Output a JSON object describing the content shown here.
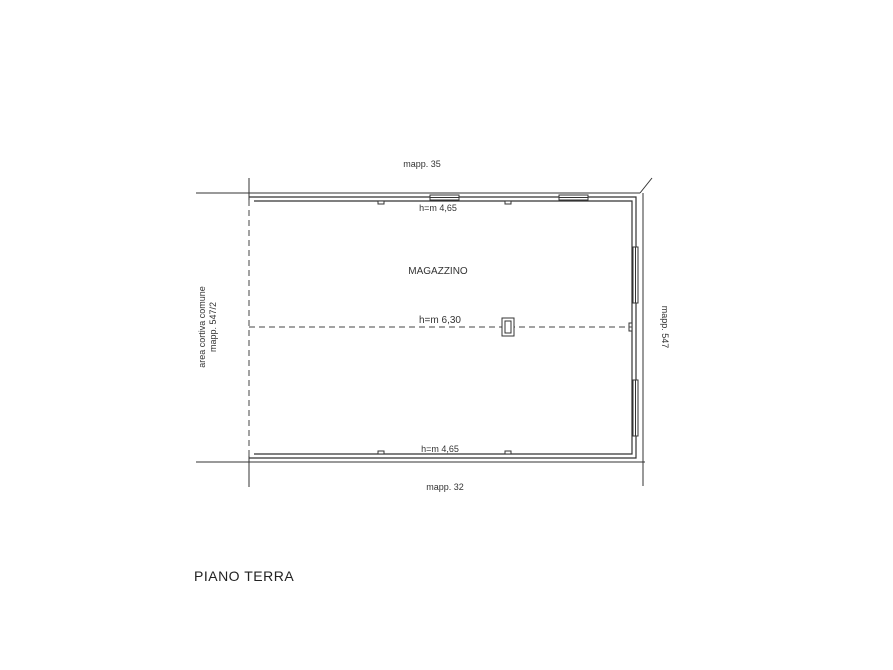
{
  "plan": {
    "title": "PIANO TERRA",
    "room_name": "MAGAZZINO",
    "height_top": "h=m 4,65",
    "height_center": "h=m 6,30",
    "height_bottom": "h=m 4,65",
    "neighbor_top": "mapp. 35",
    "neighbor_bottom": "mapp. 32",
    "neighbor_right": "mapp. 547",
    "neighbor_left_line1": "area cortiva comune",
    "neighbor_left_line2": "mapp. 547/2"
  }
}
